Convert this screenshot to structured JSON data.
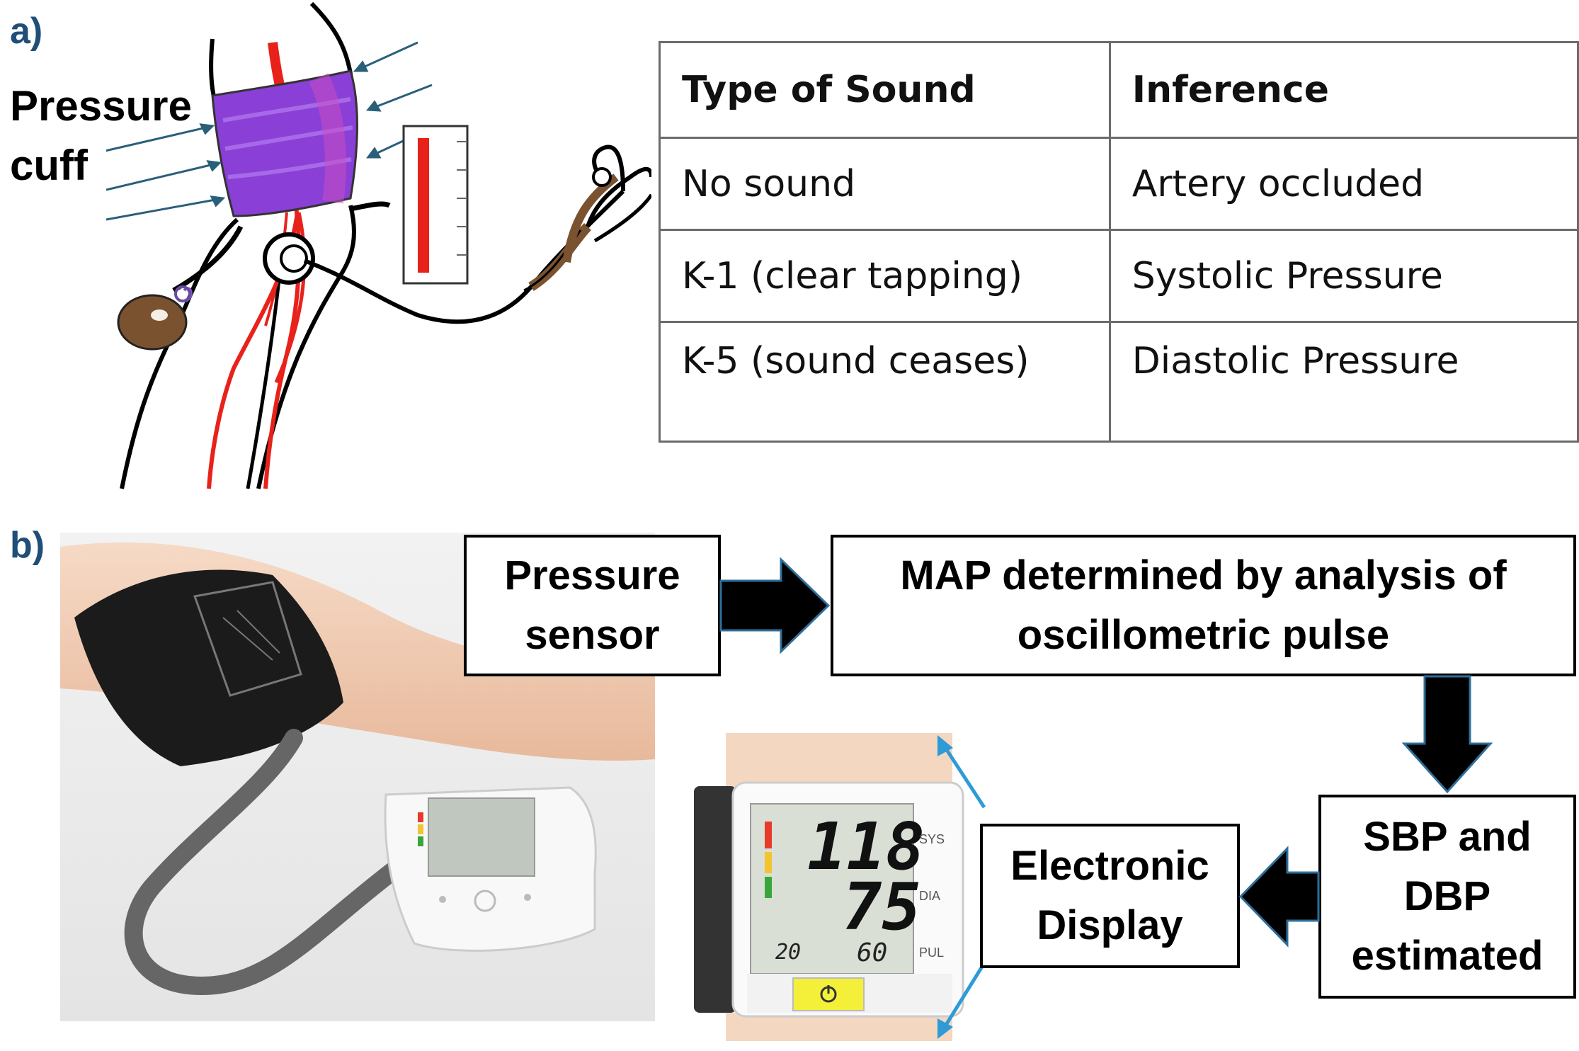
{
  "panel_a": {
    "label": "a)",
    "cuff_label_line1": "Pressure",
    "cuff_label_line2": "cuff"
  },
  "table": {
    "headers": [
      "Type of Sound",
      "Inference"
    ],
    "rows": [
      [
        "No sound",
        "Artery occluded"
      ],
      [
        "K-1 (clear tapping)",
        "Systolic Pressure"
      ],
      [
        "K-5 (sound ceases)",
        "Diastolic Pressure"
      ]
    ]
  },
  "panel_b": {
    "label": "b)",
    "flow": {
      "pressure_sensor": [
        "Pressure",
        "sensor"
      ],
      "map": [
        "MAP determined by analysis of",
        "oscillometric pulse"
      ],
      "sbp_dbp": [
        "SBP and",
        "DBP",
        "estimated"
      ],
      "display": [
        "Electronic",
        "Display"
      ]
    },
    "monitor_readings": {
      "systolic": "118",
      "diastolic": "75",
      "pulse": "60",
      "memory": "20",
      "sys_label": "SYS",
      "dia_label": "DIA",
      "pul_label": "PUL"
    }
  },
  "colors": {
    "panel_label": "#1f4e79",
    "cuff": "#8a3fd6",
    "artery": "#e8221b",
    "arrow_blue": "#2e9bd6",
    "cuff_black": "#1b1b1b"
  }
}
